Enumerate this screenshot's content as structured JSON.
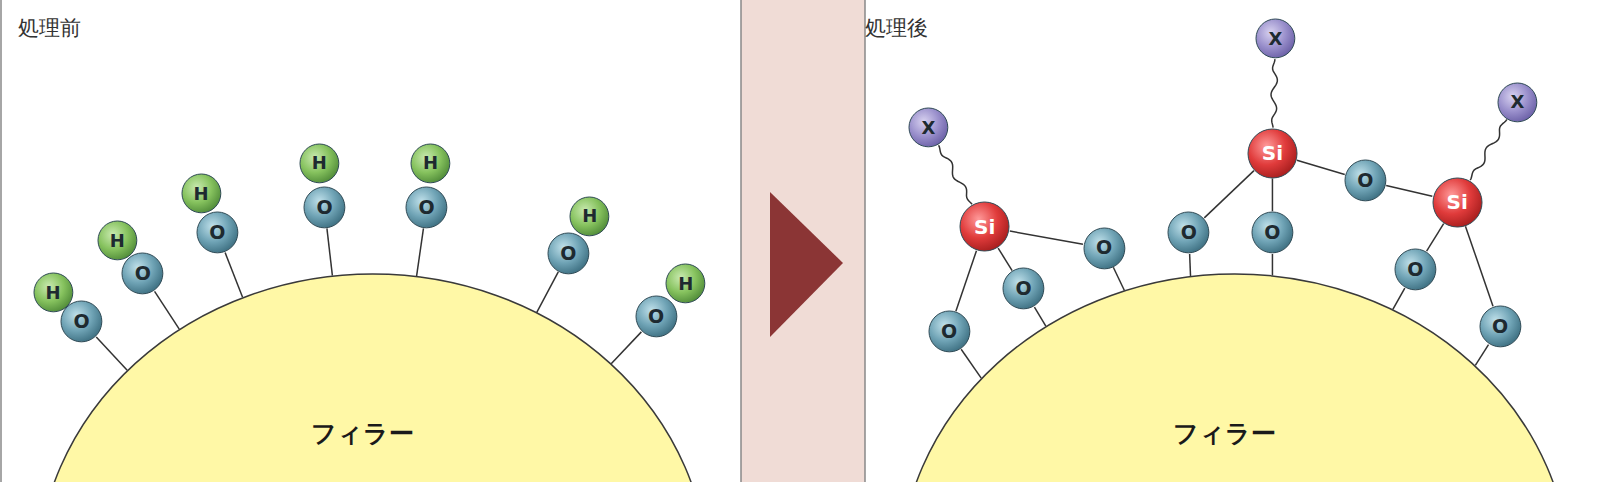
{
  "diagram": {
    "nodes": [
      {
        "text": [
          "フィラー"
        ]
      },
      {
        "text": [
          "H"
        ]
      },
      {
        "text": [
          "O"
        ]
      },
      {
        "text": [
          "H"
        ]
      },
      {
        "text": [
          "O"
        ]
      },
      {
        "text": [
          "H"
        ]
      },
      {
        "text": [
          "O"
        ]
      },
      {
        "text": [
          "H"
        ]
      },
      {
        "text": [
          "O"
        ]
      },
      {
        "text": [
          "H"
        ]
      },
      {
        "text": [
          "O"
        ]
      },
      {
        "text": [
          "H"
        ]
      },
      {
        "text": [
          "O"
        ]
      },
      {
        "text": [
          "H"
        ]
      },
      {
        "text": [
          "O"
        ]
      },
      {
        "text": [
          "フィラー"
        ]
      },
      {
        "text": [
          "X"
        ]
      },
      {
        "text": [
          "X"
        ]
      },
      {
        "text": [
          "X"
        ]
      },
      {
        "text": [
          "Si"
        ]
      },
      {
        "text": [
          "Si"
        ]
      },
      {
        "text": [
          "Si"
        ]
      },
      {
        "text": [
          "O"
        ]
      },
      {
        "text": [
          "O"
        ]
      },
      {
        "text": [
          "O"
        ]
      },
      {
        "text": [
          "O"
        ]
      },
      {
        "text": [
          "O"
        ]
      },
      {
        "text": [
          "O"
        ]
      },
      {
        "text": [
          "O"
        ]
      },
      {
        "text": [
          "O"
        ]
      }
    ],
    "edges": [
      {
        "from": 2,
        "to": 0,
        "arrow": "none"
      },
      {
        "from": 4,
        "to": 0,
        "arrow": "none"
      },
      {
        "from": 6,
        "to": 0,
        "arrow": "none"
      },
      {
        "from": 8,
        "to": 0,
        "arrow": "none"
      },
      {
        "from": 10,
        "to": 0,
        "arrow": "none"
      },
      {
        "from": 12,
        "to": 0,
        "arrow": "none"
      },
      {
        "from": 14,
        "to": 0,
        "arrow": "none"
      },
      {
        "from": 16,
        "to": 19,
        "arrow": "none"
      },
      {
        "from": 17,
        "to": 20,
        "arrow": "none"
      },
      {
        "from": 18,
        "to": 21,
        "arrow": "none"
      },
      {
        "from": 19,
        "to": 22,
        "arrow": "none"
      },
      {
        "from": 19,
        "to": 23,
        "arrow": "none"
      },
      {
        "from": 19,
        "to": 24,
        "arrow": "none"
      },
      {
        "from": 20,
        "to": 25,
        "arrow": "none"
      },
      {
        "from": 20,
        "to": 26,
        "arrow": "none"
      },
      {
        "from": 20,
        "to": 27,
        "arrow": "none"
      },
      {
        "from": 21,
        "to": 27,
        "arrow": "none"
      },
      {
        "from": 21,
        "to": 28,
        "arrow": "none"
      },
      {
        "from": 21,
        "to": 29,
        "arrow": "none"
      },
      {
        "from": 22,
        "to": 15,
        "arrow": "none"
      },
      {
        "from": 23,
        "to": 15,
        "arrow": "none"
      },
      {
        "from": 24,
        "to": 15,
        "arrow": "none"
      },
      {
        "from": 25,
        "to": 15,
        "arrow": "none"
      },
      {
        "from": 26,
        "to": 15,
        "arrow": "none"
      },
      {
        "from": 28,
        "to": 15,
        "arrow": "none"
      },
      {
        "from": 29,
        "to": 15,
        "arrow": "none"
      }
    ],
    "labels": [
      "処理前",
      "処理後"
    ]
  }
}
